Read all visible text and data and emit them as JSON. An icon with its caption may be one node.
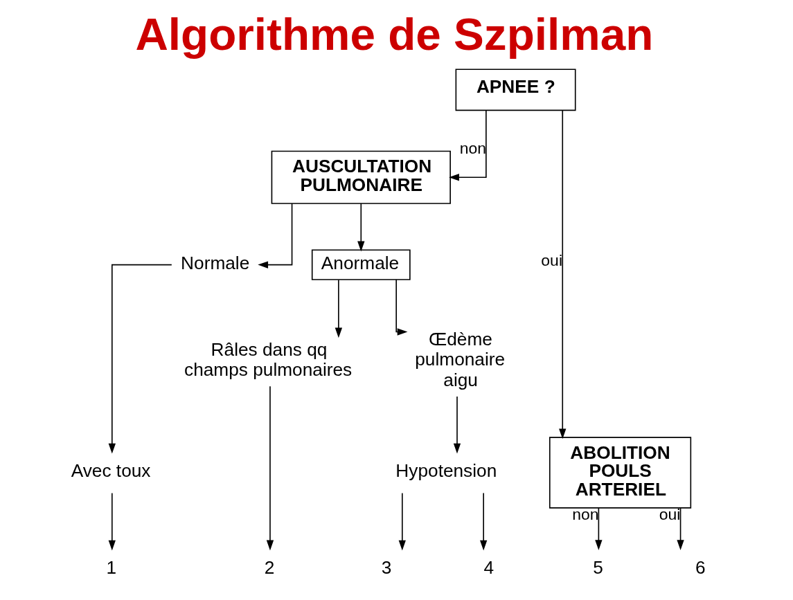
{
  "diagram": {
    "title": "Algorithme de Szpilman",
    "nodes": [
      {
        "text": [
          "APNEE ?"
        ]
      },
      {
        "text": [
          "AUSCULTATION PULMONAIRE"
        ]
      },
      {
        "text": [
          "ABOLITION POULS ARTERIEL"
        ]
      },
      {
        "text": [
          "Normale"
        ]
      },
      {
        "text": [
          "Anormale"
        ]
      },
      {
        "text": [
          "Avec toux"
        ]
      },
      {
        "text": [
          "Râles dans qq champs pulmonaires"
        ]
      },
      {
        "text": [
          "Œdème pulmonaire aigu"
        ]
      },
      {
        "text": [
          "Hypotension"
        ]
      },
      {
        "text": [
          "1"
        ]
      },
      {
        "text": [
          "2"
        ]
      },
      {
        "text": [
          "3"
        ]
      },
      {
        "text": [
          "4"
        ]
      },
      {
        "text": [
          "5"
        ]
      },
      {
        "text": [
          "6"
        ]
      }
    ],
    "edges": [
      {
        "from": 0,
        "to": 1,
        "arrow": "to",
        "label": "non"
      },
      {
        "from": 0,
        "to": 2,
        "arrow": "to",
        "label": "oui"
      },
      {
        "from": 1,
        "to": 3,
        "arrow": "to"
      },
      {
        "from": 1,
        "to": 4,
        "arrow": "to"
      },
      {
        "from": 3,
        "to": 5,
        "arrow": "to"
      },
      {
        "from": 4,
        "to": 6,
        "arrow": "to"
      },
      {
        "from": 4,
        "to": 7,
        "arrow": "to"
      },
      {
        "from": 7,
        "to": 8,
        "arrow": "to"
      },
      {
        "from": 5,
        "to": 9,
        "arrow": "to"
      },
      {
        "from": 6,
        "to": 10,
        "arrow": "to"
      },
      {
        "from": 8,
        "to": 11,
        "arrow": "to"
      },
      {
        "from": 8,
        "to": 12,
        "arrow": "to"
      },
      {
        "from": 2,
        "to": 13,
        "arrow": "to",
        "label": "non"
      },
      {
        "from": 2,
        "to": 14,
        "arrow": "to",
        "label": "oui"
      }
    ]
  }
}
